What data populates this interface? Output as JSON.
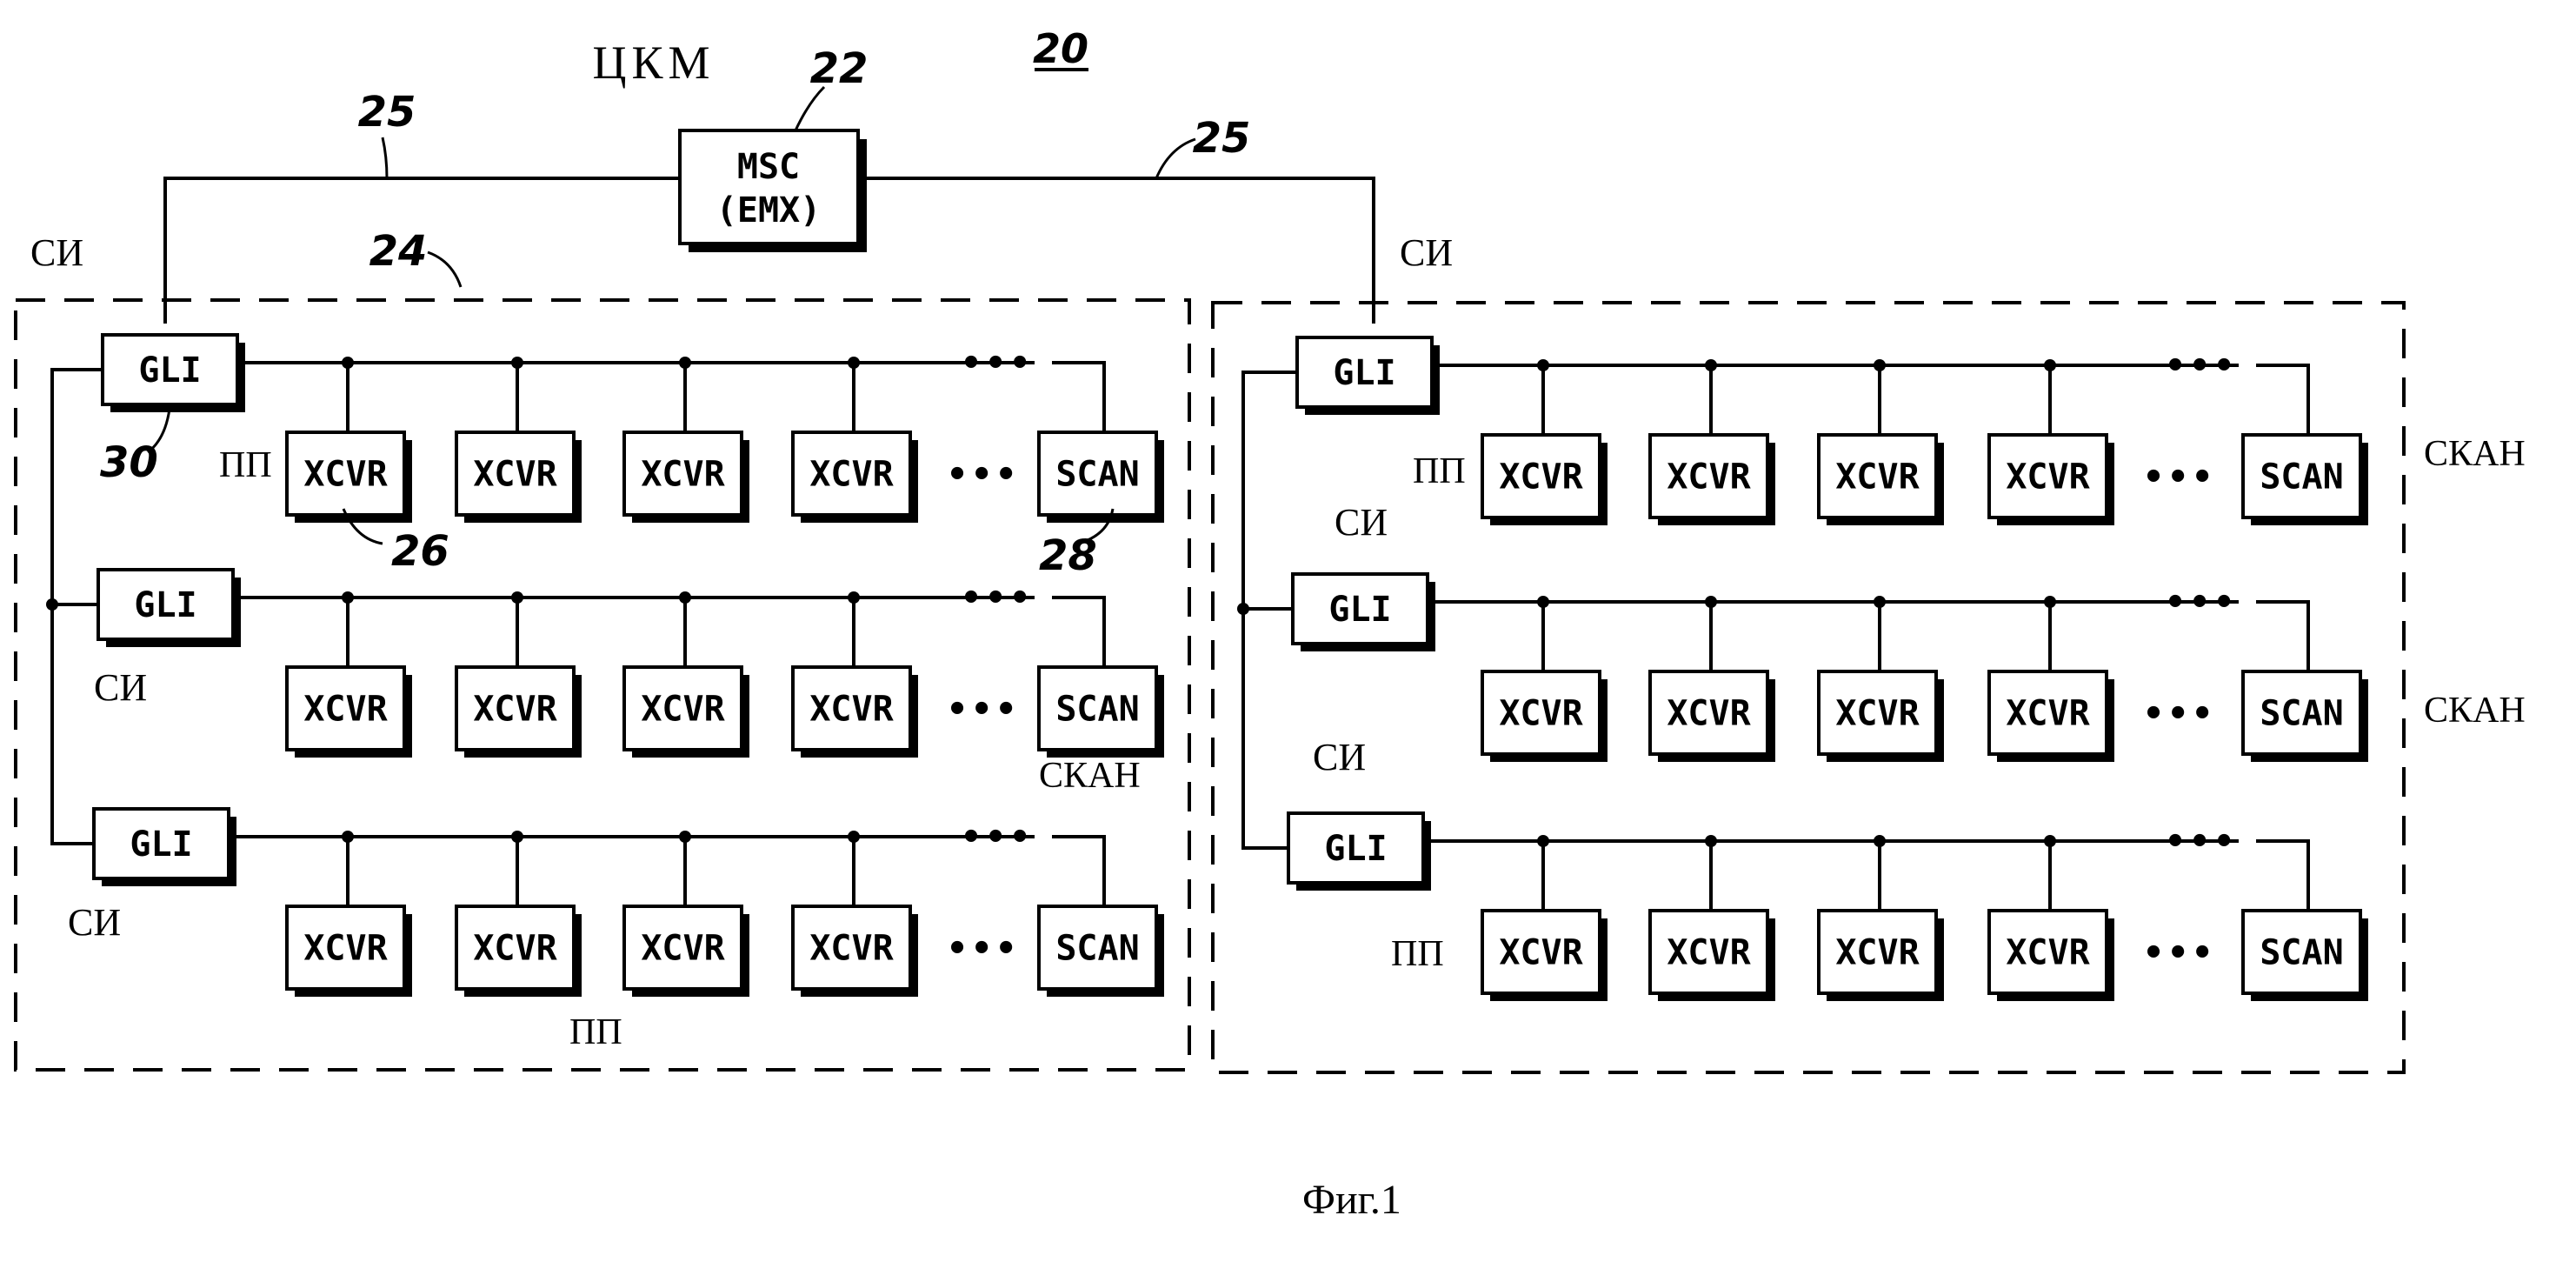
{
  "diagram": {
    "figure_number": "20",
    "center_label": "ЦКМ",
    "center_ref": "22",
    "msc": {
      "line1": "MSC",
      "line2": "(EMX)"
    },
    "link_ref_left": "25",
    "link_ref_right": "25",
    "group_ref": "24",
    "caption": "Фиг.1",
    "labels": {
      "si": "СИ",
      "pp": "ПП",
      "scan_ru": "СКАН",
      "gli": "GLI",
      "xcvr": "XCVR",
      "scan": "SCAN",
      "dots": "•••"
    },
    "refs": {
      "gli": "30",
      "xcvr": "26",
      "scan": "28"
    },
    "sites": [
      {
        "name": "left-site",
        "rows": 3,
        "transceivers_per_row": 4
      },
      {
        "name": "right-site",
        "rows": 3,
        "transceivers_per_row": 4
      }
    ]
  }
}
